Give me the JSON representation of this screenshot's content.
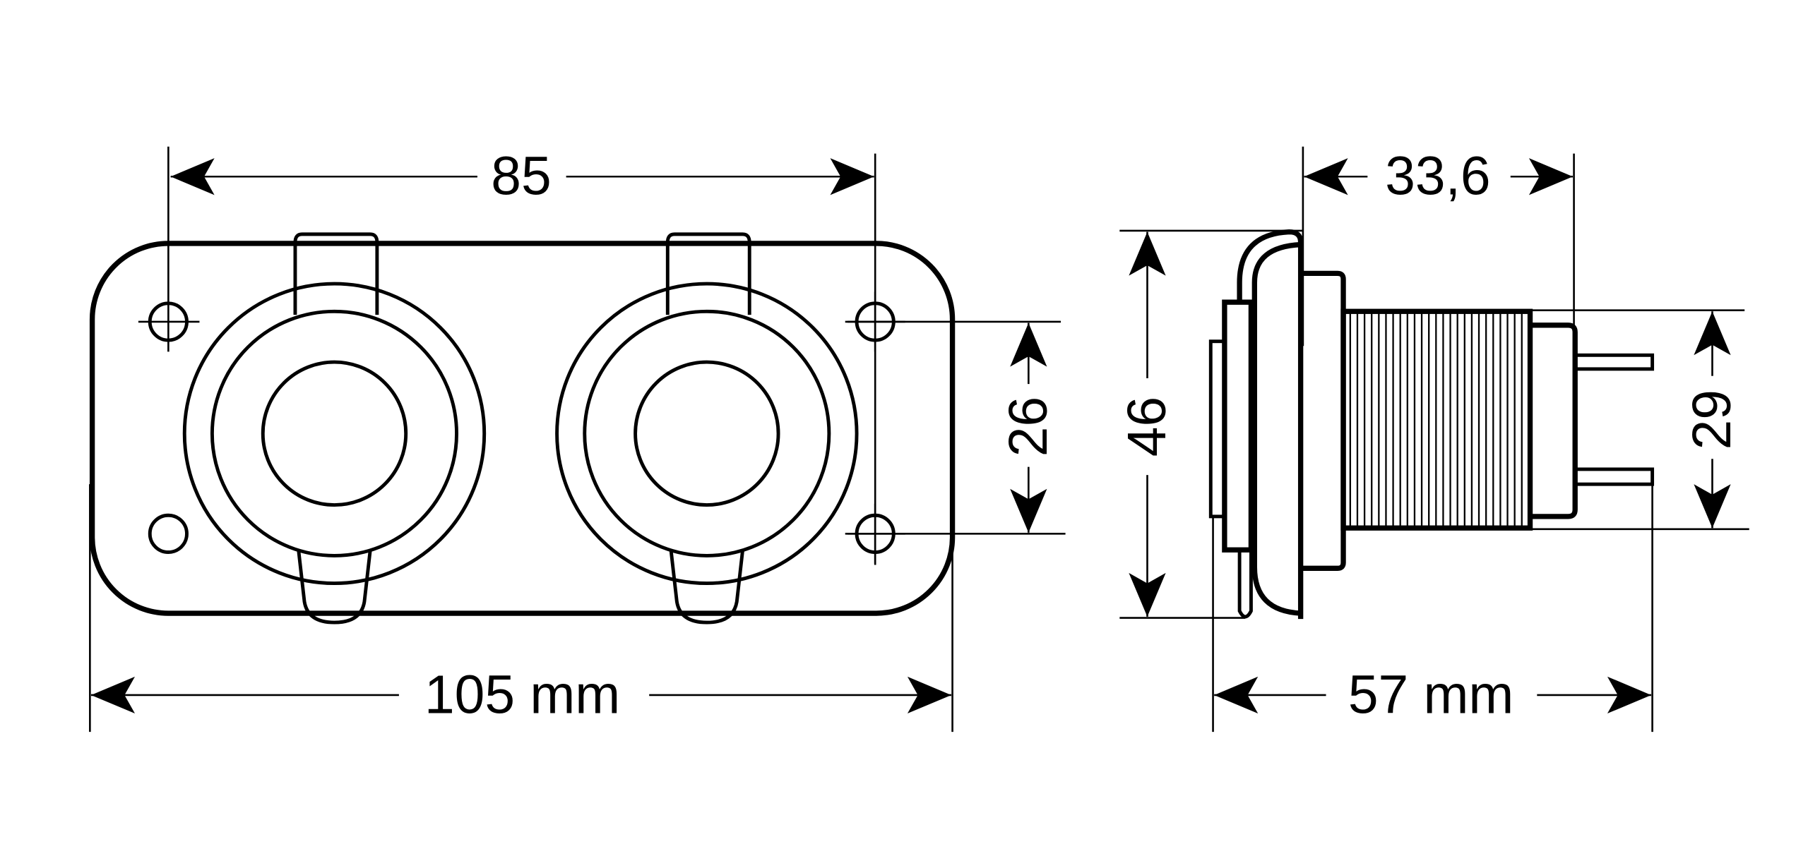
{
  "drawing": {
    "front_view": {
      "hole_spacing_horizontal": "85",
      "hole_spacing_vertical": "26",
      "overall_width": "105 mm"
    },
    "side_view": {
      "overall_height": "46",
      "rear_depth": "33,6",
      "body_diameter": "29",
      "overall_depth": "57 mm"
    },
    "line_color": "#000000",
    "background_color": "#ffffff"
  }
}
